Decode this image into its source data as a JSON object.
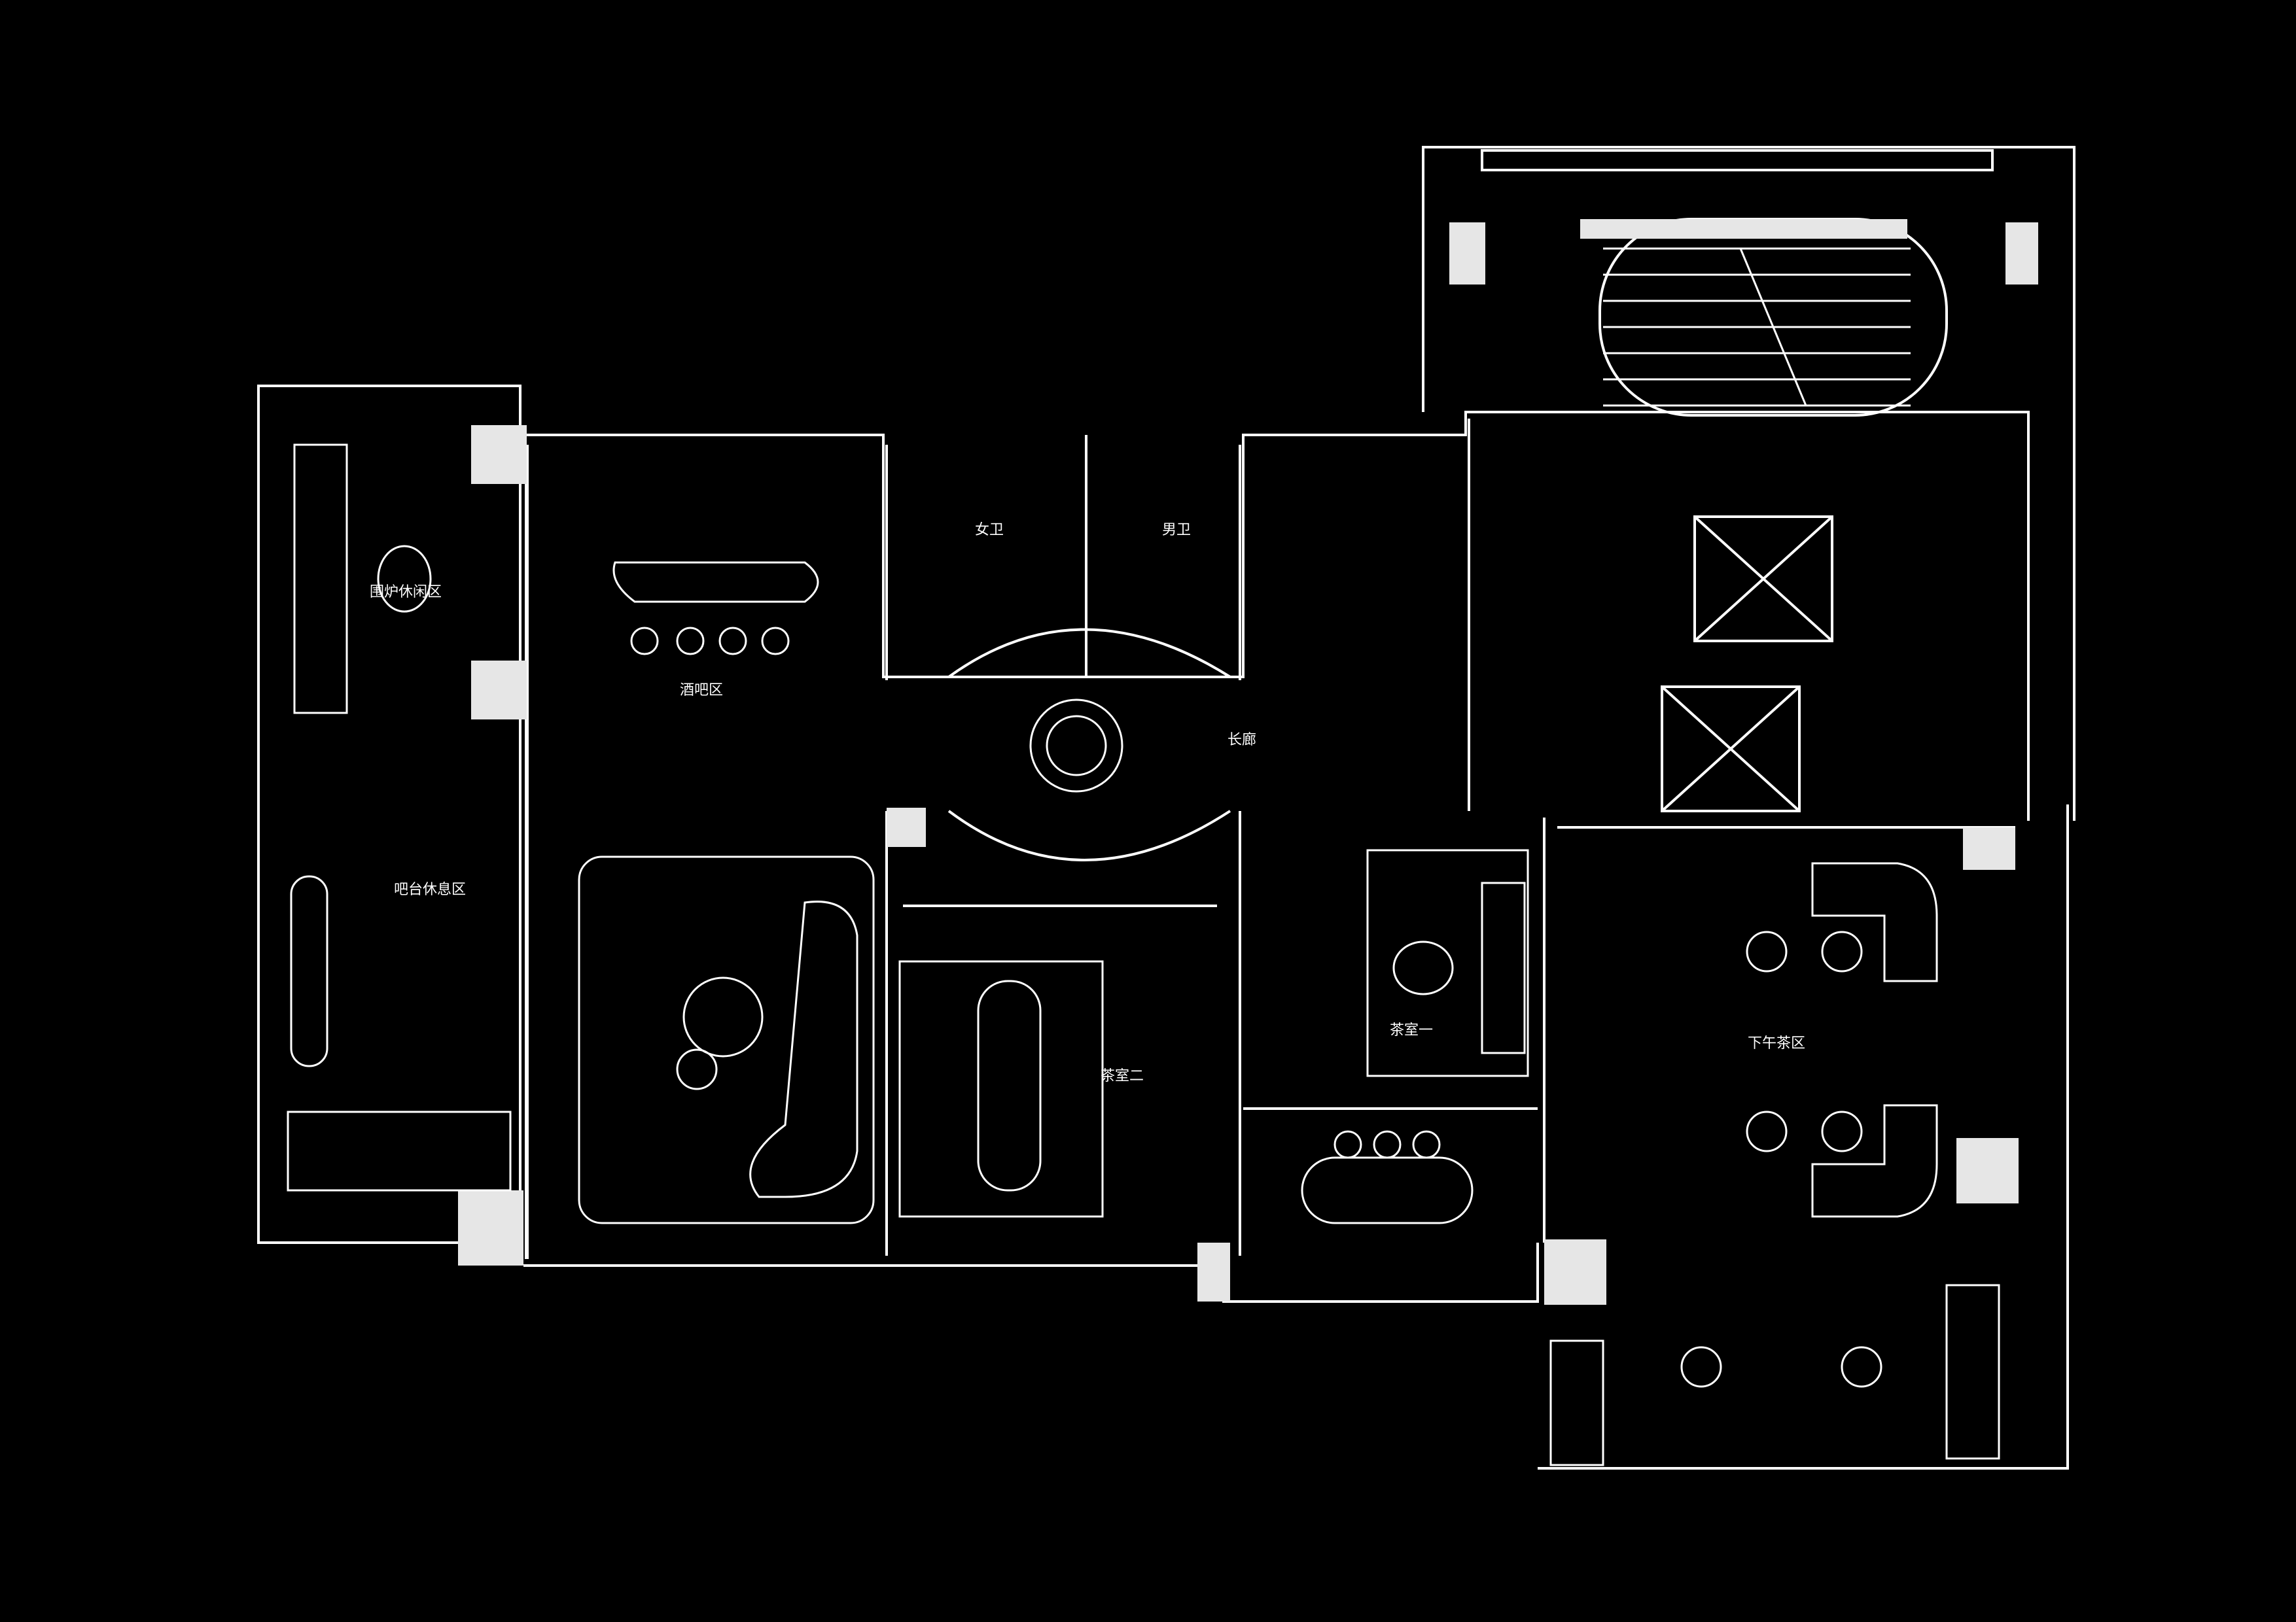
{
  "plan": {
    "background": "#000000",
    "line_color": "#ffffff",
    "rooms": [
      {
        "id": "fireside-lounge",
        "label": "围炉休闲区"
      },
      {
        "id": "bar-area",
        "label": "酒吧区"
      },
      {
        "id": "womens-wc",
        "label": "女卫"
      },
      {
        "id": "mens-wc",
        "label": "男卫"
      },
      {
        "id": "corridor",
        "label": "长廊"
      },
      {
        "id": "balcony-lounge",
        "label": "吧台休息区"
      },
      {
        "id": "tea-room-2",
        "label": "茶室二"
      },
      {
        "id": "tea-room-1",
        "label": "茶室一"
      },
      {
        "id": "afternoon-tea",
        "label": "下午茶区"
      }
    ]
  }
}
